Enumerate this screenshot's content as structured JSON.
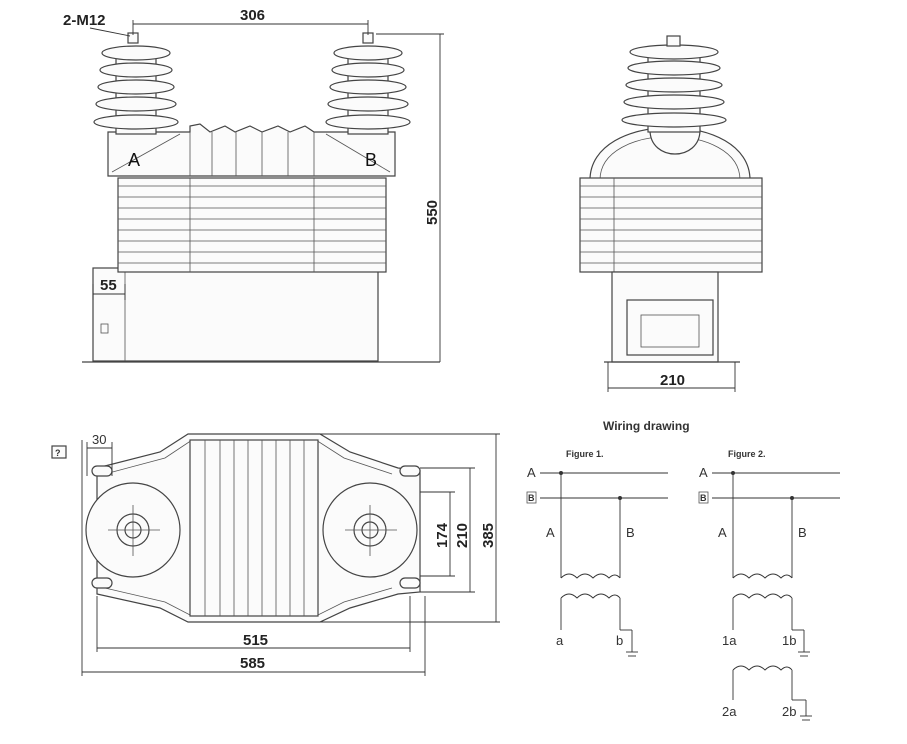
{
  "front_view": {
    "bolt_label": "2-M12",
    "terminal_spacing": "306",
    "height": "550",
    "base_offset": "55",
    "terminal_a": "A",
    "terminal_b": "B"
  },
  "side_view": {
    "base_width": "210"
  },
  "top_view": {
    "hole_spacing_inner": "174",
    "hole_spacing_outer": "210",
    "total_depth": "385",
    "mount_spacing": "515",
    "total_length": "585",
    "slot_width": "30",
    "slot_label": "?"
  },
  "wiring": {
    "title": "Wiring drawing",
    "figure1": {
      "title": "Figure 1.",
      "line_a": "A",
      "line_b": "B",
      "primary_a": "A",
      "primary_b": "B",
      "sec_a": "a",
      "sec_b": "b"
    },
    "figure2": {
      "title": "Figure 2.",
      "line_a": "A",
      "line_b": "B",
      "primary_a": "A",
      "primary_b": "B",
      "sec1_a": "1a",
      "sec1_b": "1b",
      "sec2_a": "2a",
      "sec2_b": "2b"
    }
  }
}
